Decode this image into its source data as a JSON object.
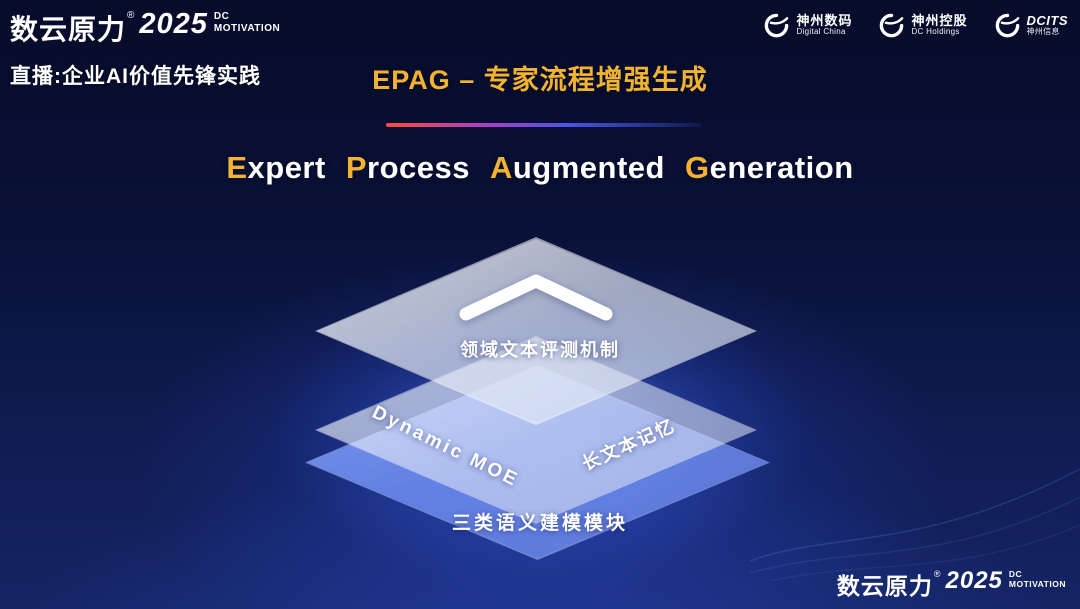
{
  "colors": {
    "accent_gold": "#f2b232",
    "background_dark": "#070c2a",
    "background_glow": "#3a62e4",
    "layer_glass": "#c0cfec",
    "layer_blue": "#5a7af0",
    "divider_red": "#ff4a3d",
    "divider_blue": "#4a55e8"
  },
  "header": {
    "brand": {
      "name": "数云原力",
      "reg": "®",
      "year": "2025",
      "sub_top": "DC",
      "sub_bottom": "MOTIVATION"
    },
    "live_title": "直播:企业AI价值先锋实践",
    "partners": [
      {
        "name": "神州数码",
        "subtitle": "Digital China",
        "icon": "dc-swoosh-icon"
      },
      {
        "name": "神州控股",
        "subtitle": "DC Holdings",
        "icon": "dc-swoosh-icon"
      },
      {
        "name": "DCITS",
        "subtitle": "神州信息",
        "icon": "dc-swoosh-icon"
      }
    ]
  },
  "title": {
    "text": "EPAG – 专家流程增强生成"
  },
  "subtitle": {
    "words": [
      {
        "initial": "E",
        "rest": "xpert"
      },
      {
        "initial": "P",
        "rest": "rocess"
      },
      {
        "initial": "A",
        "rest": "ugmented"
      },
      {
        "initial": "G",
        "rest": "eneration"
      }
    ]
  },
  "diagram": {
    "top_layer_label": "领域文本评测机制",
    "middle_layer_label_left": "Dynamic MOE",
    "middle_layer_label_right": "长文本记忆",
    "bottom_layer_label": "三类语义建模模块",
    "chevron_icon": "chevron-up-icon"
  },
  "footer": {
    "brand": {
      "name": "数云原力",
      "reg": "®",
      "year": "2025",
      "sub_top": "DC",
      "sub_bottom": "MOTIVATION"
    }
  }
}
